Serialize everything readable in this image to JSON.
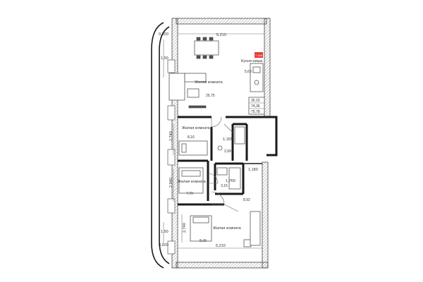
{
  "rooms": {
    "living_1": {
      "label": "Жилая комната",
      "area": "25,75"
    },
    "kitchen": {
      "label": "Кухня-ниша",
      "area": "5,63",
      "badge": "7.248"
    },
    "living_2": {
      "label": "Жилая комната",
      "area": "8,16"
    },
    "living_3": {
      "label": "Жилая комната",
      "area": "7,79"
    },
    "living_4": {
      "label": "Жилая комната",
      "area": "8,49"
    },
    "bath_1": {
      "area": "2,99"
    },
    "bath_2": {
      "area": "3,15"
    },
    "hall": {
      "area": "8,92"
    }
  },
  "summary": {
    "line1": "35,10",
    "line2": "74,36",
    "line3": "75,78"
  },
  "dimensions": {
    "top_width": "5,210",
    "bottom_width": "5,210",
    "left_top_offset": "0,920",
    "left_bottom_offset": "0,920",
    "left_balcony_top": "1,50",
    "left_balcony_bottom": "1,50",
    "left_mid_1": "2,740",
    "left_mid_2": "2,940",
    "left_mid_3": "2,740",
    "right_mid": "1,180",
    "kitchen_wall": "1,165",
    "bath_wall": "1,760"
  },
  "colors": {
    "wall": "#1a1a1a",
    "badge": "#e33b2f"
  }
}
